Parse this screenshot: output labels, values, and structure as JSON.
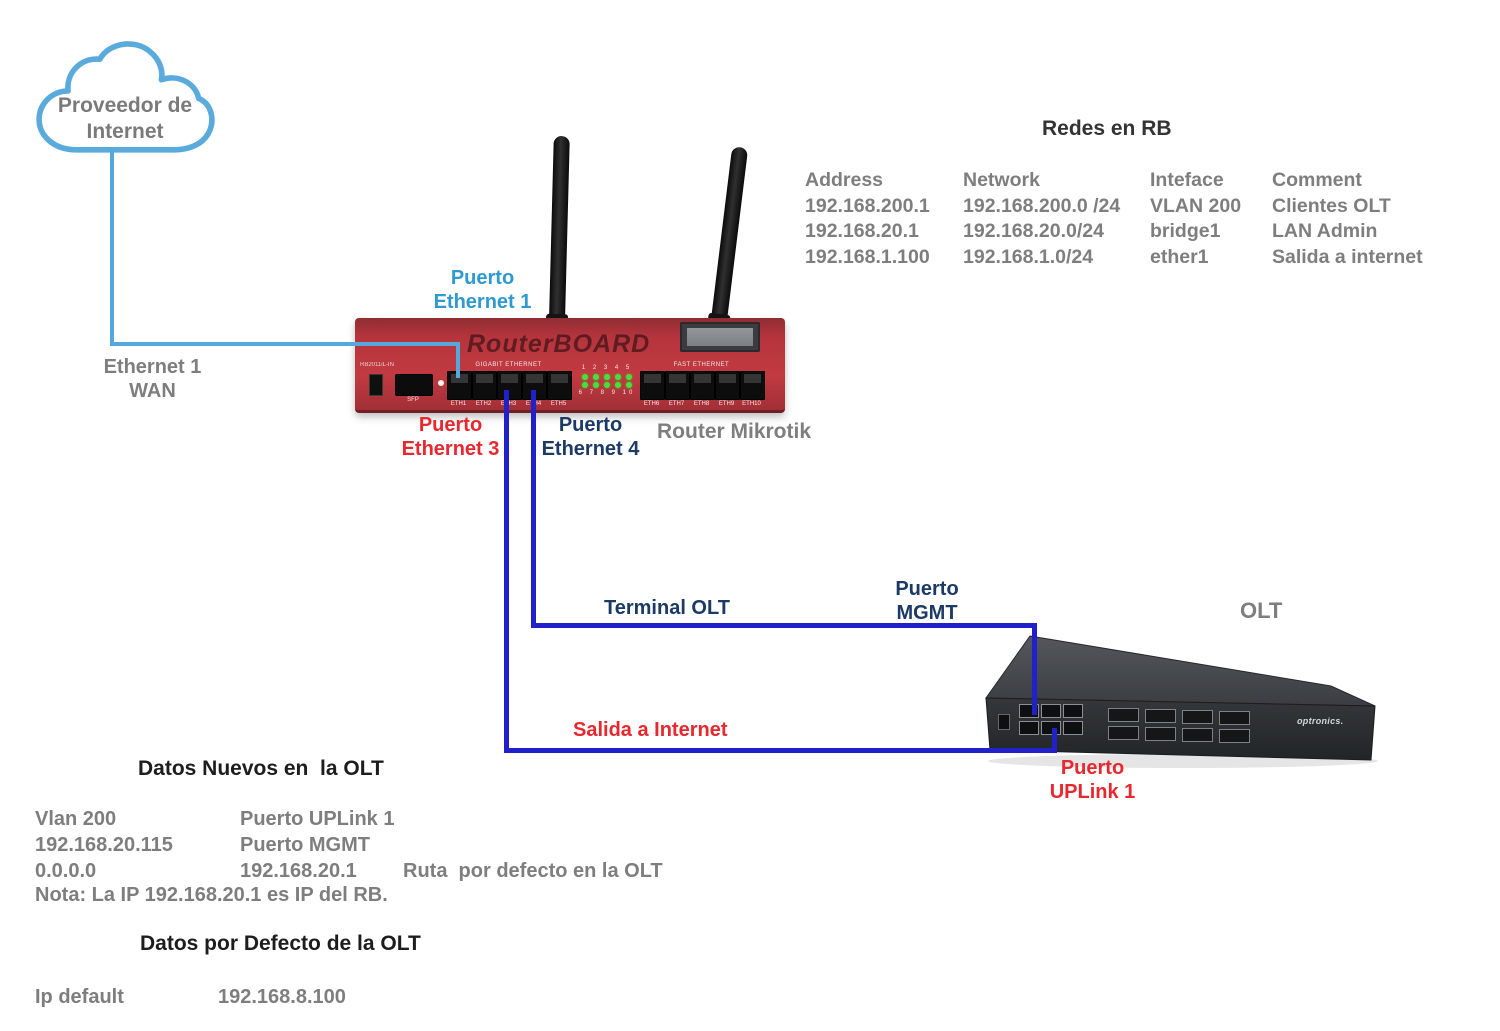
{
  "colors": {
    "light_blue_line": "#55a9da",
    "dark_blue_line": "#2220c8",
    "red_label": "#e8272e",
    "navy_label": "#1b3a66",
    "blue_label": "#2e9ad2",
    "gray_text": "#7e7e7e",
    "router_body": "#c23a41"
  },
  "cloud": {
    "label": "Proveedor de\nInternet"
  },
  "labels": {
    "puerto_eth1": "Puerto\nEthernet 1",
    "ethernet1_wan": "Ethernet 1\nWAN",
    "puerto_eth3": "Puerto\nEthernet 3",
    "puerto_eth4": "Puerto\nEthernet 4",
    "router": "Router Mikrotik",
    "terminal_olt": "Terminal OLT",
    "puerto_mgmt": "Puerto\nMGMT",
    "olt": "OLT",
    "salida_internet": "Salida a Internet",
    "puerto_uplink": "Puerto\nUPLink 1"
  },
  "redes": {
    "title": "Redes en RB",
    "headers": [
      "Address",
      "Network",
      "Inteface",
      "Comment"
    ],
    "rows": [
      [
        "192.168.200.1",
        "192.168.200.0 /24",
        "VLAN 200",
        "Clientes OLT"
      ],
      [
        "192.168.20.1",
        "192.168.20.0/24",
        "bridge1",
        "LAN Admin"
      ],
      [
        "192.168.1.100",
        "192.168.1.0/24",
        "ether1",
        "Salida a internet"
      ]
    ]
  },
  "router": {
    "brand": "RouterBOARD",
    "model": "RB2011iL-IN",
    "sfp_label": "SFP",
    "gigabit_label": "GIGABIT ETHERNET",
    "fast_label": "FAST ETHERNET",
    "ports": [
      "ETH1",
      "ETH2",
      "ETH3",
      "ETH4",
      "ETH5",
      "ETH6",
      "ETH7",
      "ETH8",
      "ETH9",
      "ETH10"
    ],
    "led_top": "1 2 3 4 5",
    "led_bottom": "6 7 8 9 10"
  },
  "olt_device": {
    "brand": "optronics."
  },
  "datos_nuevos": {
    "title": "Datos Nuevos en  la OLT",
    "rows": [
      [
        "Vlan 200",
        "Puerto UPLink 1",
        ""
      ],
      [
        "192.168.20.115",
        "Puerto MGMT",
        ""
      ],
      [
        "0.0.0.0",
        "192.168.20.1",
        "Ruta  por defecto en la OLT"
      ]
    ],
    "nota": "Nota: La IP 192.168.20.1 es IP del RB."
  },
  "datos_defecto": {
    "title": "Datos por Defecto de la OLT",
    "rows": [
      [
        "Ip default",
        "192.168.8.100"
      ]
    ]
  }
}
